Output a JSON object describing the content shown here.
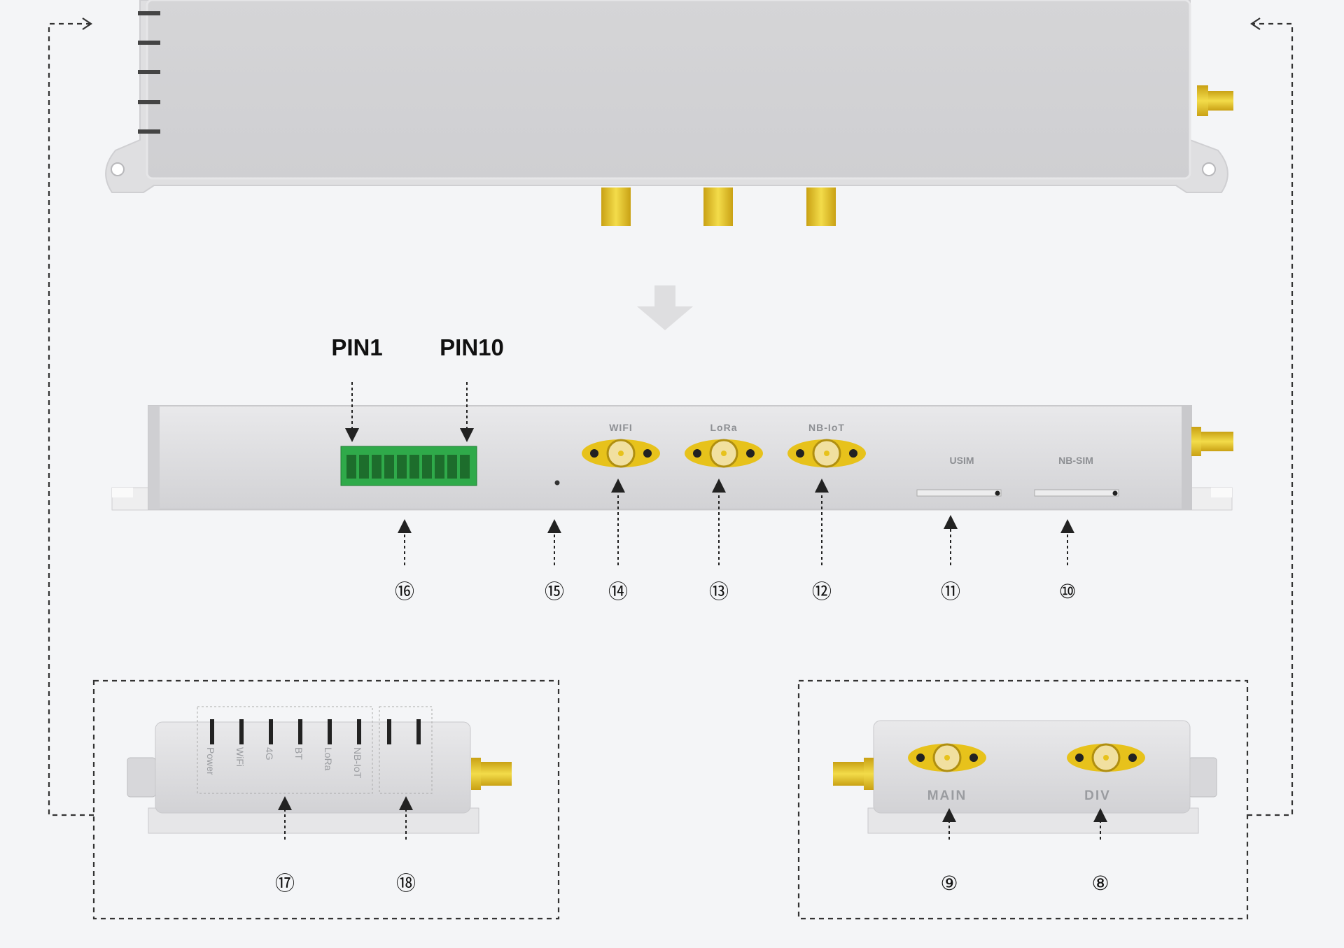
{
  "pins": {
    "pin1": "PIN1",
    "pin10": "PIN10"
  },
  "ports": {
    "wifi": "WIFI",
    "lora": "LoRa",
    "nbiot": "NB-IoT",
    "usim": "USIM",
    "nbsim": "NB-SIM"
  },
  "leds": [
    "Power",
    "WiFi",
    "4G",
    "BT",
    "LoRa",
    "NB-IoT"
  ],
  "side_right": {
    "main": "MAIN",
    "div": "DIV"
  },
  "callouts": {
    "c8": "⑧",
    "c9": "⑨",
    "c10": "⑩",
    "c11": "⑪",
    "c12": "⑫",
    "c13": "⑬",
    "c14": "⑭",
    "c15": "⑮",
    "c16": "⑯",
    "c17": "⑰",
    "c18": "⑱"
  },
  "colors": {
    "terminal_green": "#2faa4a",
    "gold": "#e7c21b",
    "body_grey": "#d9d9db"
  }
}
